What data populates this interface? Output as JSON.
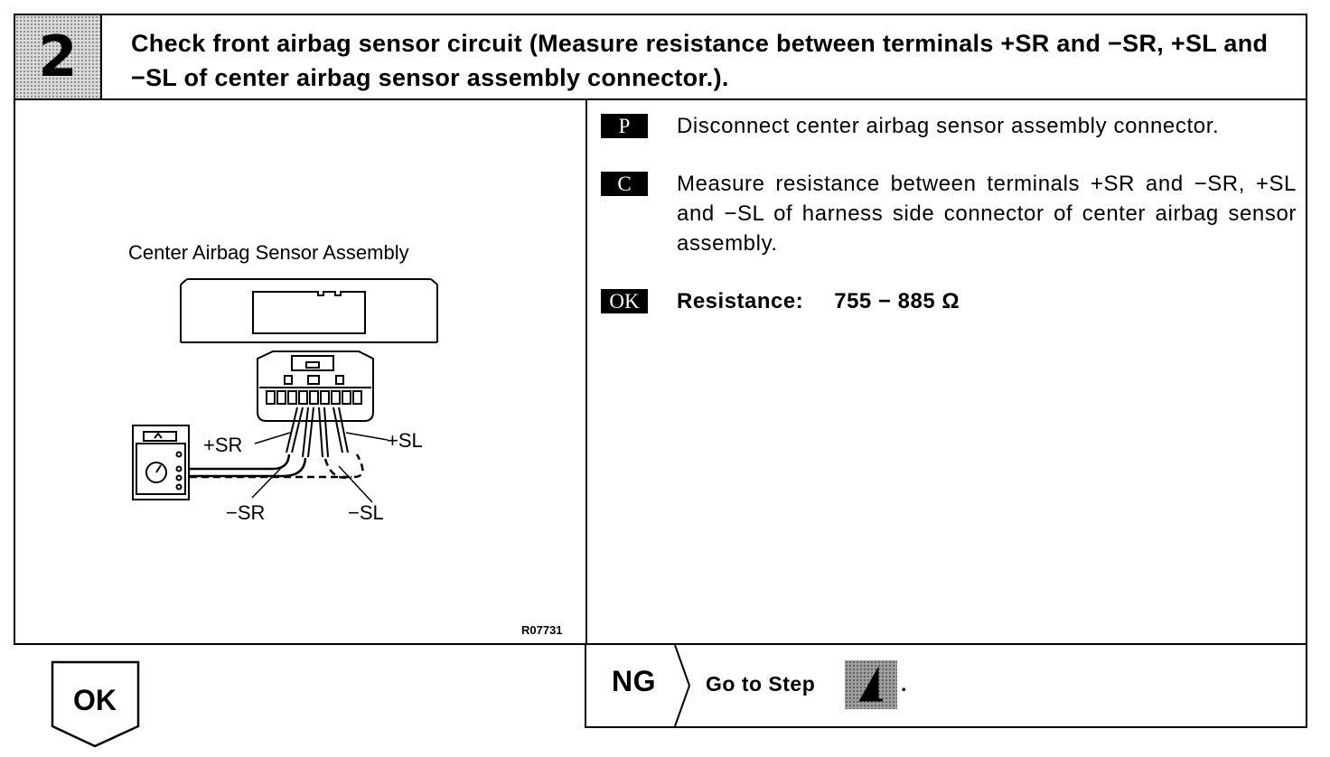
{
  "header": {
    "step_number": "2",
    "title": "Check front airbag sensor circuit (Measure resistance between terminals +SR and −SR, +SL and −SL of center airbag sensor assembly connector.)."
  },
  "diagram": {
    "caption": "Center Airbag Sensor Assembly",
    "labels": {
      "plus_sr": "+SR",
      "plus_sl": "+SL",
      "minus_sr": "−SR",
      "minus_sl": "−SL"
    },
    "figure_code": "R07731"
  },
  "instructions": [
    {
      "tag": "P",
      "text": "Disconnect center airbag sensor assembly connector."
    },
    {
      "tag": "C",
      "text": "Measure resistance between terminals +SR and −SR, +SL and −SL of harness side connector of center airbag sensor assembly."
    },
    {
      "tag": "OK",
      "label": "Resistance:",
      "value": "755 − 885 Ω"
    }
  ],
  "result": {
    "ok_label": "OK",
    "ng_label": "NG",
    "ng_text": "Go to Step",
    "ng_period": "."
  }
}
